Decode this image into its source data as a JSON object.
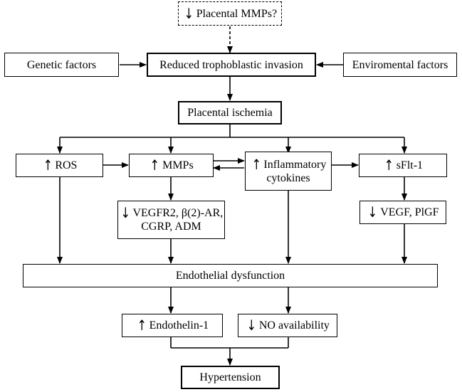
{
  "diagram": {
    "placental_mmps": {
      "text": "Placental MMPs?",
      "direction": "down"
    },
    "genetic_factors": {
      "text": "Genetic factors"
    },
    "reduced_invasion": {
      "text": "Reduced trophoblastic invasion"
    },
    "environmental_factors": {
      "text": "Enviromental factors"
    },
    "placental_ischemia": {
      "text": "Placental ischemia"
    },
    "ros": {
      "text": "ROS",
      "direction": "up"
    },
    "mmps": {
      "text": "MMPs",
      "direction": "up"
    },
    "inflammatory_cytokines": {
      "line1": "Inflammatory",
      "line2": "cytokines",
      "direction": "up"
    },
    "sflt1": {
      "text": "sFlt-1",
      "direction": "up"
    },
    "vegfr2": {
      "line1": "VEGFR2, β(2)-AR,",
      "line2": "CGRP, ADM",
      "direction": "down"
    },
    "vegf_plgf": {
      "text": "VEGF, PlGF",
      "direction": "down"
    },
    "endothelial_dysfunction": {
      "text": "Endothelial dysfunction"
    },
    "endothelin1": {
      "text": "Endothelin-1",
      "direction": "up"
    },
    "no_availability": {
      "text": "NO availability",
      "direction": "down"
    },
    "hypertension": {
      "text": "Hypertension"
    }
  },
  "glyphs": {
    "up": "↑",
    "down": "↓"
  }
}
